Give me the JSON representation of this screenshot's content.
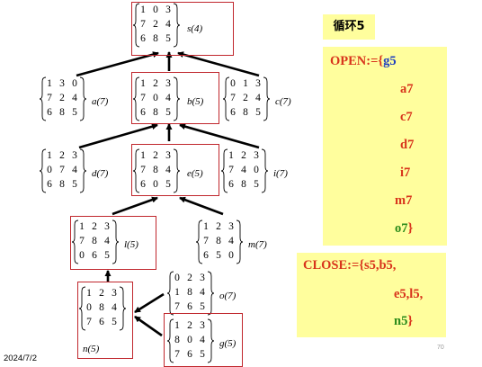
{
  "loop_title": "循环5",
  "nodes": [
    {
      "id": "s",
      "label": "s(4)",
      "matrix": [
        [
          "1",
          "0",
          "3"
        ],
        [
          "7",
          "2",
          "4"
        ],
        [
          "6",
          "8",
          "5"
        ]
      ],
      "highlighted": true
    },
    {
      "id": "a",
      "label": "a(7)",
      "matrix": [
        [
          "1",
          "3",
          "0"
        ],
        [
          "7",
          "2",
          "4"
        ],
        [
          "6",
          "8",
          "5"
        ]
      ],
      "highlighted": false
    },
    {
      "id": "b",
      "label": "b(5)",
      "matrix": [
        [
          "1",
          "2",
          "3"
        ],
        [
          "7",
          "0",
          "4"
        ],
        [
          "6",
          "8",
          "5"
        ]
      ],
      "highlighted": true
    },
    {
      "id": "c",
      "label": "c(7)",
      "matrix": [
        [
          "0",
          "1",
          "3"
        ],
        [
          "7",
          "2",
          "4"
        ],
        [
          "6",
          "8",
          "5"
        ]
      ],
      "highlighted": false
    },
    {
      "id": "d",
      "label": "d(7)",
      "matrix": [
        [
          "1",
          "2",
          "3"
        ],
        [
          "0",
          "7",
          "4"
        ],
        [
          "6",
          "8",
          "5"
        ]
      ],
      "highlighted": false
    },
    {
      "id": "e",
      "label": "e(5)",
      "matrix": [
        [
          "1",
          "2",
          "3"
        ],
        [
          "7",
          "8",
          "4"
        ],
        [
          "6",
          "0",
          "5"
        ]
      ],
      "highlighted": true
    },
    {
      "id": "i",
      "label": "i(7)",
      "matrix": [
        [
          "1",
          "2",
          "3"
        ],
        [
          "7",
          "4",
          "0"
        ],
        [
          "6",
          "8",
          "5"
        ]
      ],
      "highlighted": false
    },
    {
      "id": "l",
      "label": "l(5)",
      "matrix": [
        [
          "1",
          "2",
          "3"
        ],
        [
          "7",
          "8",
          "4"
        ],
        [
          "0",
          "6",
          "5"
        ]
      ],
      "highlighted": true
    },
    {
      "id": "m",
      "label": "m(7)",
      "matrix": [
        [
          "1",
          "2",
          "3"
        ],
        [
          "7",
          "8",
          "4"
        ],
        [
          "6",
          "5",
          "0"
        ]
      ],
      "highlighted": false
    },
    {
      "id": "n",
      "label": "n(5)",
      "matrix": [
        [
          "1",
          "2",
          "3"
        ],
        [
          "0",
          "8",
          "4"
        ],
        [
          "7",
          "6",
          "5"
        ]
      ],
      "highlighted": true
    },
    {
      "id": "o",
      "label": "o(7)",
      "matrix": [
        [
          "0",
          "2",
          "3"
        ],
        [
          "1",
          "8",
          "4"
        ],
        [
          "7",
          "6",
          "5"
        ]
      ],
      "highlighted": false
    },
    {
      "id": "g",
      "label": "g(5)",
      "matrix": [
        [
          "1",
          "2",
          "3"
        ],
        [
          "8",
          "0",
          "4"
        ],
        [
          "7",
          "6",
          "5"
        ]
      ],
      "highlighted": true
    }
  ],
  "open_list": {
    "prefix": "OPEN:={",
    "items": [
      "g5",
      "a7",
      "c7",
      "d7",
      "i7",
      "m7",
      "o7"
    ],
    "suffix": "}"
  },
  "close_list": {
    "prefix": "CLOSE:={",
    "lines": [
      "s5,b5,",
      "e5,l5,",
      "n5"
    ],
    "suffix": "}"
  },
  "footer_date": "2024/7/2",
  "page_number": "70",
  "colors": {
    "highlight_border": "#c0272d",
    "panel_bg": "#fffe9d",
    "open_head": "#1f3fbf",
    "item_red": "#d8341c",
    "item_green": "#2a8a1a"
  }
}
